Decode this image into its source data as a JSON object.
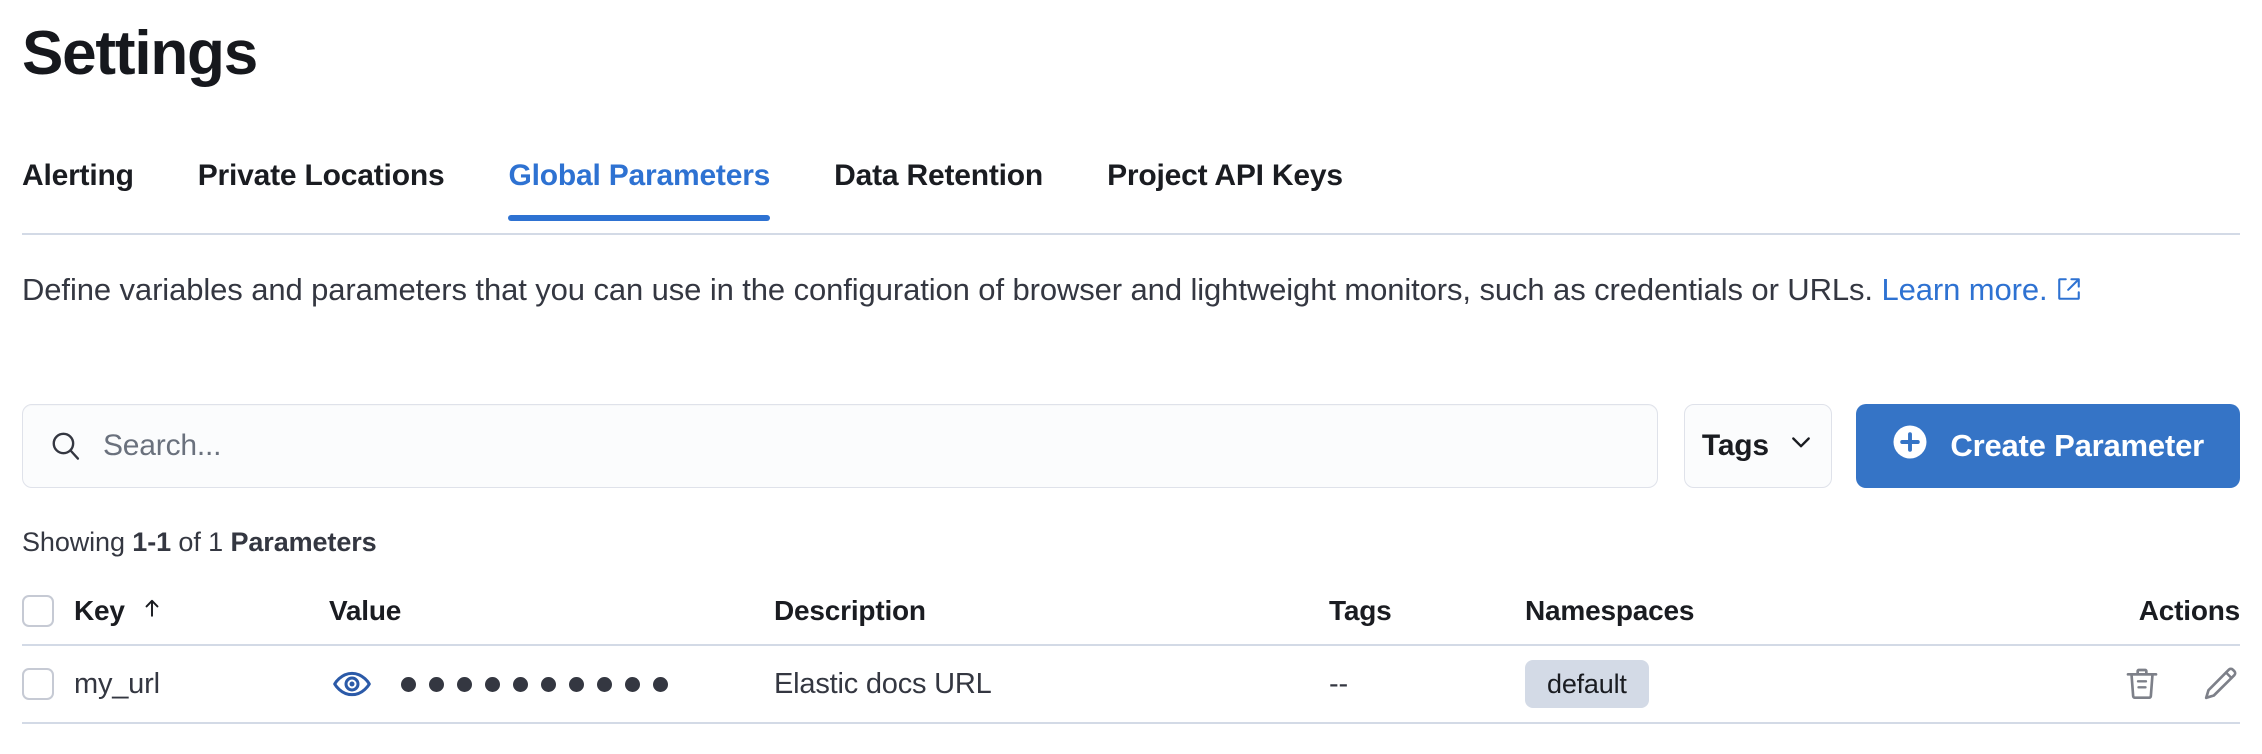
{
  "page": {
    "title": "Settings",
    "accent_color": "#2e72d2",
    "primary_button_color": "#3574c6"
  },
  "tabs": [
    {
      "label": "Alerting",
      "active": false
    },
    {
      "label": "Private Locations",
      "active": false
    },
    {
      "label": "Global Parameters",
      "active": true
    },
    {
      "label": "Data Retention",
      "active": false
    },
    {
      "label": "Project API Keys",
      "active": false
    }
  ],
  "description": {
    "text": "Define variables and parameters that you can use in the configuration of browser and lightweight monitors, such as credentials or URLs. ",
    "link_text": "Learn more.",
    "link_icon": "external-link-icon"
  },
  "toolbar": {
    "search_placeholder": "Search...",
    "search_value": "",
    "search_icon": "search-icon",
    "tags_label": "Tags",
    "tags_chevron_icon": "chevron-down-icon",
    "create_label": "Create Parameter",
    "create_icon": "plus-circle-icon"
  },
  "results": {
    "showing_prefix": "Showing ",
    "range": "1-1",
    "of": " of ",
    "total": "1",
    "entity": " Parameters"
  },
  "table": {
    "columns": [
      {
        "key": "key",
        "label": "Key",
        "sort_icon": "sort-ascending-arrow-icon"
      },
      {
        "key": "value",
        "label": "Value"
      },
      {
        "key": "description",
        "label": "Description"
      },
      {
        "key": "tags",
        "label": "Tags"
      },
      {
        "key": "namespaces",
        "label": "Namespaces"
      },
      {
        "key": "actions",
        "label": "Actions"
      }
    ],
    "rows": [
      {
        "key": "my_url",
        "value_masked": true,
        "value_dot_count": 10,
        "value_toggle_icon": "eye-icon",
        "description": "Elastic docs URL",
        "tags": "--",
        "namespaces": [
          "default"
        ],
        "actions": [
          {
            "name": "delete",
            "icon": "trash-icon"
          },
          {
            "name": "edit",
            "icon": "pencil-icon"
          }
        ]
      }
    ]
  }
}
